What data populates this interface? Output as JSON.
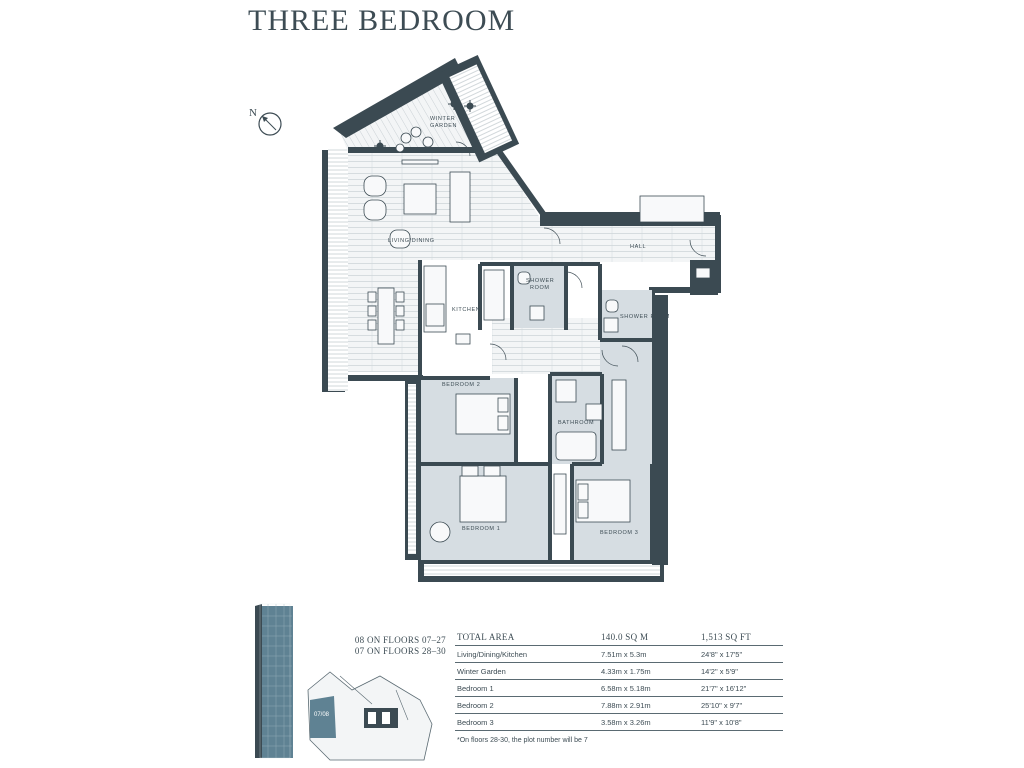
{
  "title": "THREE BEDROOM",
  "compass": {
    "label": "N"
  },
  "rooms": {
    "winter_garden": "WINTER GARDEN",
    "living_dining": "LIVING/DINING",
    "hall": "HALL",
    "kitchen": "KITCHEN",
    "shower_room_1": "SHOWER ROOM",
    "shower_room_2": "SHOWER ROOM",
    "bedroom_1": "BEDROOM 1",
    "bedroom_2": "BEDROOM 2",
    "bedroom_3": "BEDROOM 3",
    "bathroom": "BATHROOM"
  },
  "floors": {
    "line1": "08 ON FLOORS 07–27",
    "line2": "07 ON FLOORS 28–30",
    "plot_badge": "07/08"
  },
  "area_table": {
    "headers": {
      "name": "TOTAL AREA",
      "metric": "140.0 SQ M",
      "imperial": "1,513 SQ FT"
    },
    "rows": [
      {
        "name": "Living/Dining/Kitchen",
        "metric": "7.51m x 5.3m",
        "imperial": "24'8\" x 17'5\""
      },
      {
        "name": "Winter Garden",
        "metric": "4.33m x 1.75m",
        "imperial": "14'2\" x 5'9\""
      },
      {
        "name": "Bedroom 1",
        "metric": "6.58m x 5.18m",
        "imperial": "21'7\" x 16'12\""
      },
      {
        "name": "Bedroom 2",
        "metric": "7.88m x 2.91m",
        "imperial": "25'10\" x 9'7\""
      },
      {
        "name": "Bedroom 3",
        "metric": "3.58m x 3.26m",
        "imperial": "11'9\" x 10'8\""
      }
    ],
    "note": "*On floors 28-30, the plot number will be 7"
  },
  "colors": {
    "wall": "#3b4a52",
    "floor": "#d6dde2",
    "wood": "#eef2f4",
    "accent": "#5f8293"
  },
  "icons": [
    "compass-icon",
    "tower-icon",
    "keyplan-icon"
  ]
}
